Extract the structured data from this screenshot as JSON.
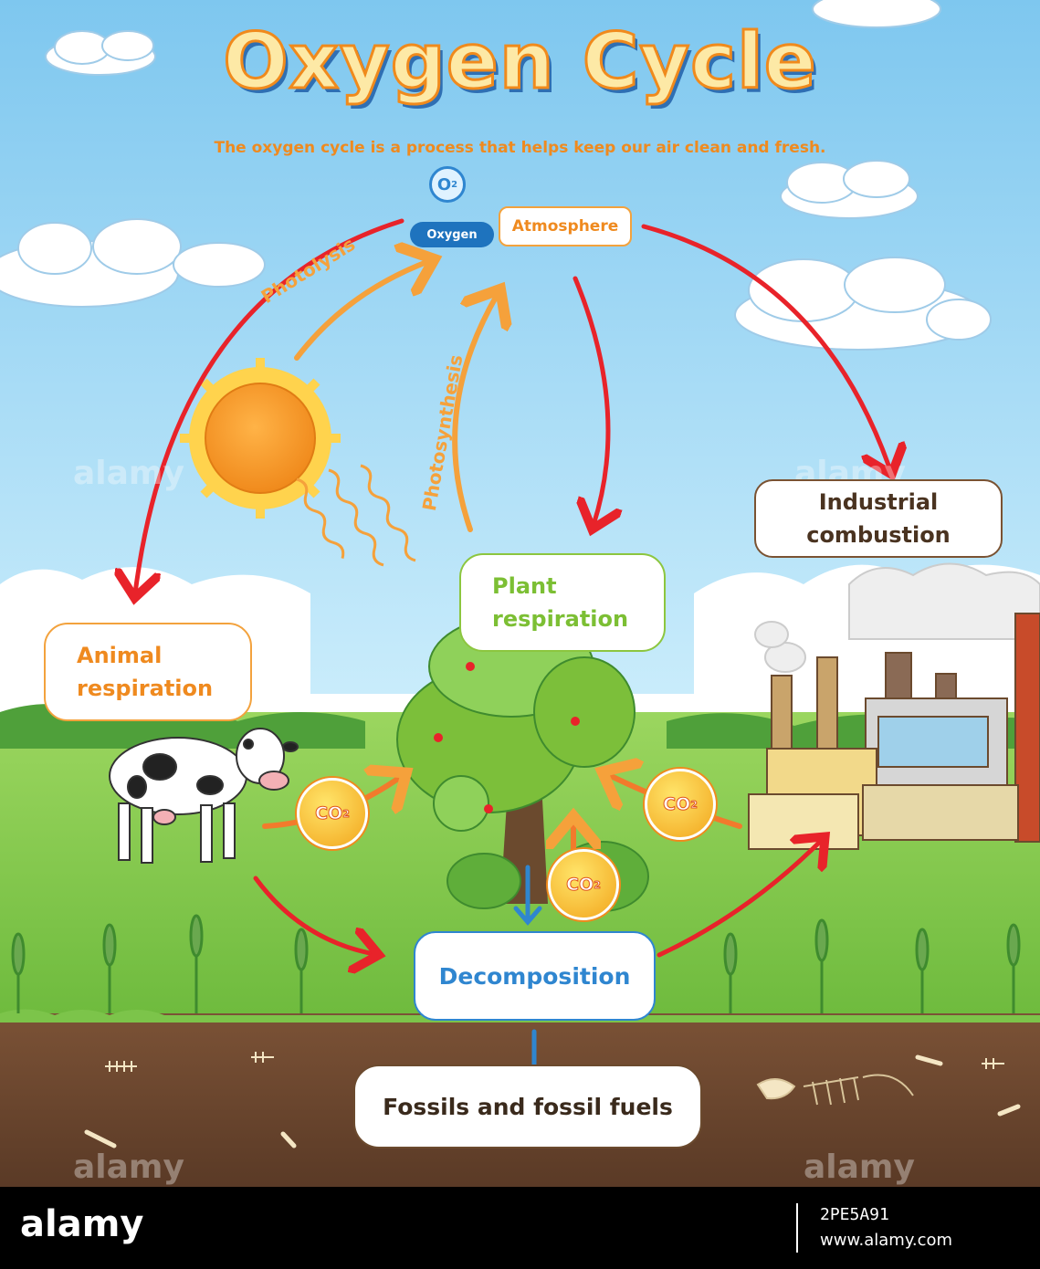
{
  "title": "Oxygen Cycle",
  "subtitle": "The oxygen cycle is a process that helps keep our air clean and fresh.",
  "o2_symbol": "O",
  "o2_subscript": "2",
  "oxygen_label": "Oxygen",
  "atmosphere_label": "Atmosphere",
  "process_labels": {
    "photolysis": "Photolysis",
    "photosynthesis": "Photosynthesis"
  },
  "nodes": {
    "industrial_line1": "Industrial",
    "industrial_line2": "combustion",
    "plant_line1": "Plant",
    "plant_line2": "respiration",
    "animal_line1": "Animal",
    "animal_line2": "respiration",
    "decomposition": "Decomposition",
    "fossils": "Fossils and fossil fuels"
  },
  "co2": {
    "symbol": "CO",
    "subscript": "2"
  },
  "colors": {
    "cycle_arrow": "#e8232a",
    "process_arrow": "#f5a13b",
    "down_arrow": "#2f86d0",
    "sky": "#a9dcf6",
    "grass": "#8fd15a",
    "soil": "#6b4530"
  },
  "footer": {
    "brand": "alamy",
    "image_id": "2PE5A91",
    "url": "www.alamy.com"
  }
}
